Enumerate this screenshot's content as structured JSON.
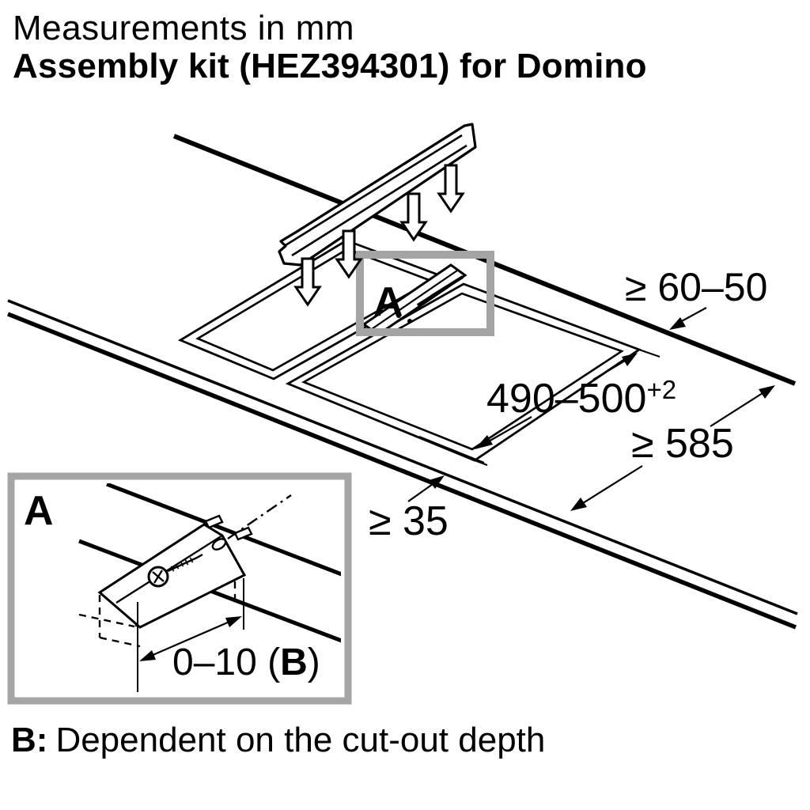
{
  "header": {
    "line1": "Measurements in mm",
    "line2": "Assembly kit (HEZ394301) for Domino"
  },
  "footer": {
    "prefix": "B:",
    "text": "Dependent on the cut-out depth"
  },
  "labels": {
    "callout": "A",
    "detail": "A"
  },
  "dims": {
    "back_clearance": "≥ 60–50",
    "cutout_depth": "490–500",
    "cutout_depth_sup": "+2",
    "min_worktop_depth": "≥ 585",
    "front_web": "≥ 35",
    "detail_pre": "0–10 (",
    "detail_b": "B",
    "detail_post": ")"
  },
  "colors": {
    "line": "#000000",
    "callout_border": "#a4a4a4",
    "background": "#ffffff"
  }
}
